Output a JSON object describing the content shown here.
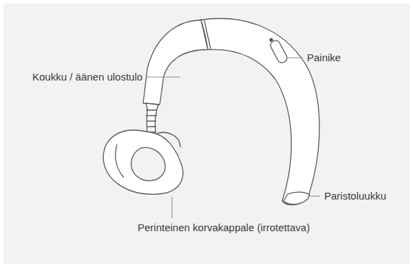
{
  "diagram": {
    "labels": [
      "Koukku / äänen ulostulo",
      "Painike",
      "Paristoluukku",
      "Perinteinen korvakappale (irrotettava)"
    ]
  }
}
